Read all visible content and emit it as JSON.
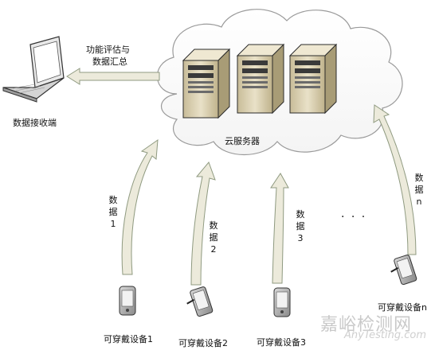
{
  "cloud": {
    "label": "云服务器"
  },
  "receiver": {
    "label": "数据接收端"
  },
  "evaluation": {
    "line1": "功能评估与",
    "line2": "数据汇总"
  },
  "ellipsis": "· · ·",
  "devices": [
    {
      "label": "可穿戴设备1",
      "data_chars": [
        "数",
        "据",
        "1"
      ]
    },
    {
      "label": "可穿戴设备2",
      "data_chars": [
        "数",
        "据",
        "2"
      ]
    },
    {
      "label": "可穿戴设备3",
      "data_chars": [
        "数",
        "据",
        "3"
      ]
    },
    {
      "label": "可穿戴设备n",
      "data_chars": [
        "数",
        "据",
        "n"
      ]
    }
  ],
  "watermark": {
    "cn": "嘉峪检测网",
    "en": "AnyTesting.com"
  },
  "colors": {
    "arrow_fill": "#eceadb",
    "arrow_stroke": "#8f9a80",
    "cloud_stroke": "#9a9a9a",
    "server_body": "#ddd3b5"
  }
}
